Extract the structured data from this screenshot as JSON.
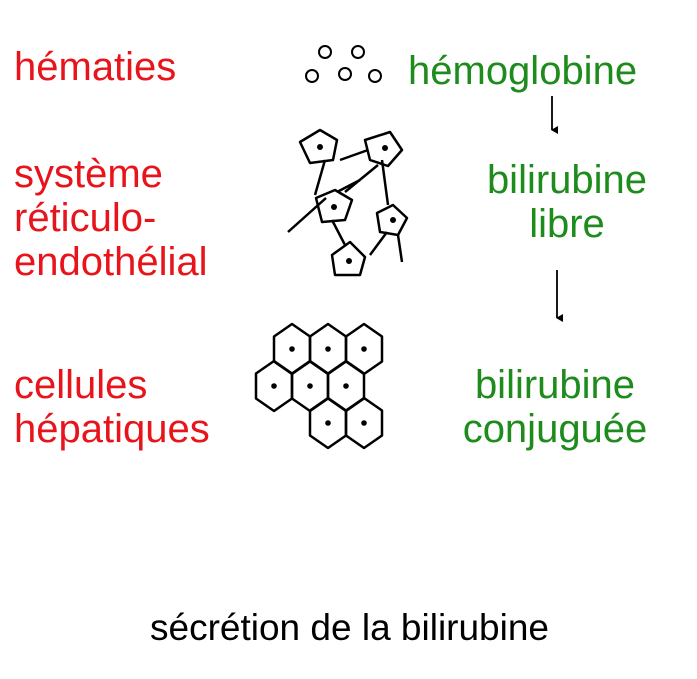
{
  "left_labels": {
    "hematies": "hématies",
    "systeme": [
      "système",
      "réticulo-",
      "endothélial"
    ],
    "cellules": [
      "cellules",
      "hépatiques"
    ]
  },
  "right_labels": {
    "hemoglobine": "hémoglobine",
    "bilirubine_libre": [
      "bilirubine",
      "libre"
    ],
    "bilirubine_conjuguee": [
      "bilirubine",
      "conjuguée"
    ]
  },
  "caption": "sécrétion de la bilirubine",
  "colors": {
    "left_text": "#e8141b",
    "right_text": "#1d8c1d",
    "caption_text": "#000000",
    "drawing": "#000000"
  },
  "icons": [
    "red-blood-cells-icon",
    "reticuloendothelial-cells-icon",
    "hepatocytes-icon",
    "arrow-down-icon"
  ]
}
